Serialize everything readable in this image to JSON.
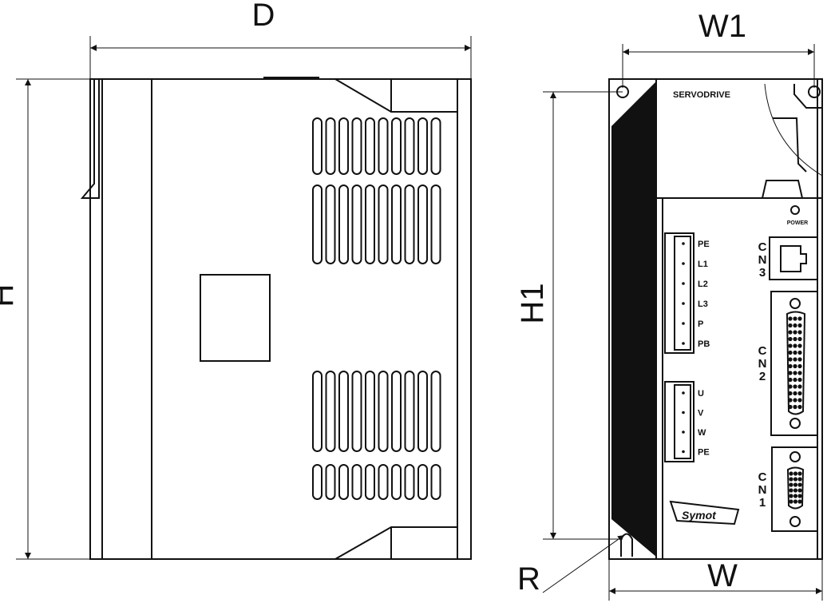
{
  "dimensions": {
    "depth": "D",
    "height": "H",
    "width_top": "W1",
    "height_inner": "H1",
    "width": "W",
    "radius": "R"
  },
  "front_panel": {
    "brand_text": "SERVODRIVE",
    "power_label": "POWER",
    "logo_text": "Symot",
    "power_terminals": [
      "PE",
      "L1",
      "L2",
      "L3",
      "P",
      "PB"
    ],
    "motor_terminals": [
      "U",
      "V",
      "W",
      "PE"
    ],
    "connectors": [
      {
        "name": [
          "C",
          "N",
          "3"
        ]
      },
      {
        "name": [
          "C",
          "N",
          "2"
        ]
      },
      {
        "name": [
          "C",
          "N",
          "1"
        ]
      }
    ]
  },
  "colors": {
    "line": "#111111",
    "background": "#ffffff"
  }
}
